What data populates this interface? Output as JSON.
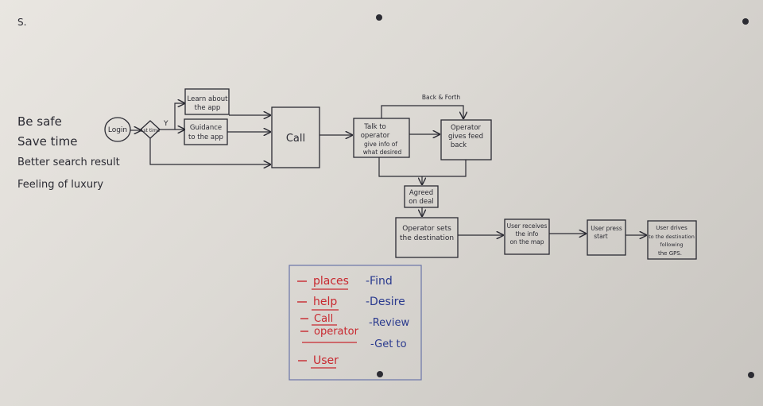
{
  "goals": [
    "Be safe",
    "Save time",
    "Better search result",
    "Feeling of luxury"
  ],
  "corner_mark": "S.",
  "flow": {
    "login": "Login",
    "decision": "1st time",
    "yes_label": "Y",
    "learn_app": [
      "Learn about",
      "the app"
    ],
    "guidance": [
      "Guidance",
      "to the app"
    ],
    "call": "Call",
    "talk_operator": [
      "Talk to",
      "operator",
      "give info of",
      "what desired"
    ],
    "operator_feedback": [
      "Operator",
      "gives feed",
      "back"
    ],
    "back_forth": "Back & Forth",
    "agreed": [
      "Agreed",
      "on deal"
    ],
    "operator_sets": [
      "Operator sets",
      "the destination"
    ],
    "user_receives": [
      "User receives",
      "the info",
      "on the map"
    ],
    "user_press": [
      "User press",
      "start"
    ],
    "user_drives": [
      "User drives",
      "to the destination",
      "following",
      "the GPS."
    ]
  },
  "legend": {
    "red": [
      "places",
      "help",
      "Call",
      "operator",
      "User"
    ],
    "blue": [
      "-Find",
      "-Desire",
      "-Review",
      "-Get to"
    ],
    "colors": {
      "red": "#c8282f",
      "blue": "#2a3a8e"
    }
  }
}
